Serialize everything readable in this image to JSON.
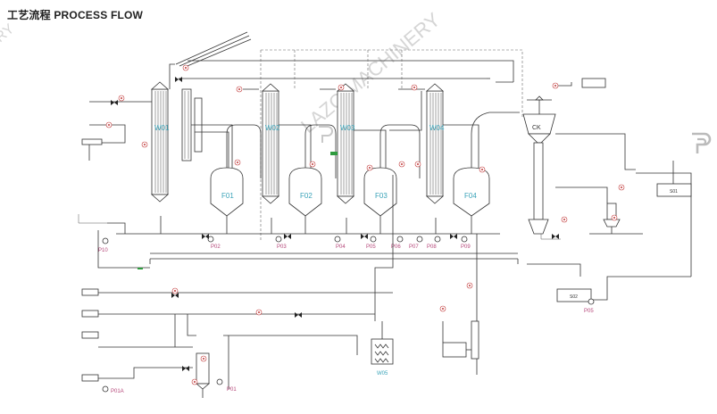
{
  "title": "工艺流程 PROCESS FLOW",
  "watermark": "LAZO MACHINERY",
  "watermark_small": "RY",
  "evaporators": [
    "W01",
    "W02",
    "W03",
    "W04"
  ],
  "separators": [
    "F01",
    "F02",
    "F03",
    "F04"
  ],
  "pumps": [
    "P02",
    "P03",
    "P04",
    "P05",
    "P06",
    "P07",
    "P08",
    "P09",
    "P01",
    "P01A",
    "P10",
    "P05"
  ],
  "condenser": "CK",
  "preheater": "W05",
  "tanks": [
    "S01",
    "S02"
  ],
  "colors": {
    "cyan": "#3aa3b8",
    "magenta": "#b5487a",
    "green": "#2e9b3e",
    "red": "#c23a3a"
  }
}
